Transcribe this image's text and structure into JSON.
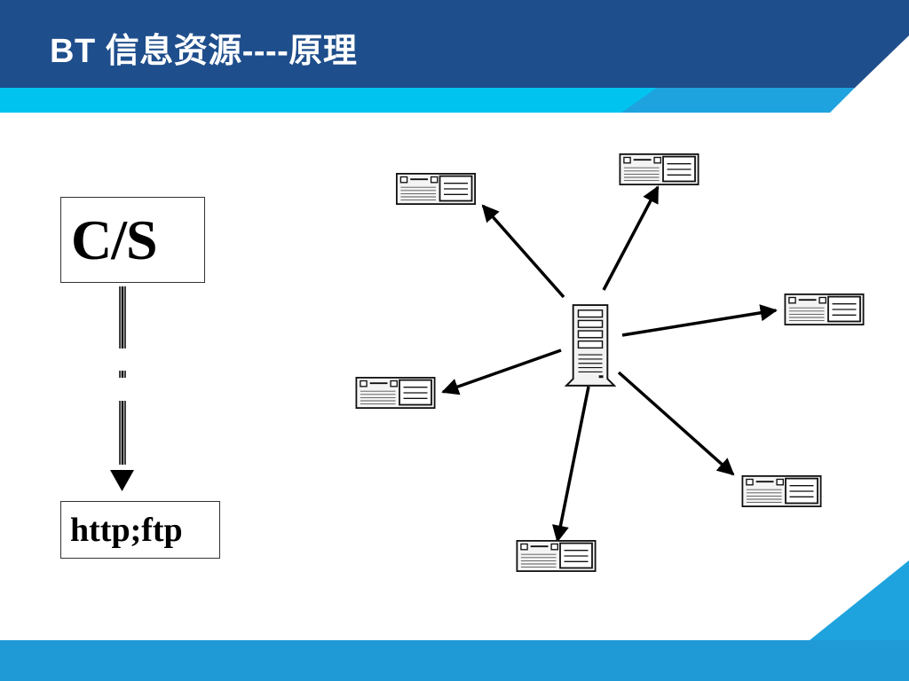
{
  "slide": {
    "title": "BT 信息资源----原理",
    "colors": {
      "header_dark": "#1f4e8c",
      "header_light": "#1fa3de",
      "accent_cyan": "#00b3e6",
      "footer": "#1f9ad6"
    }
  },
  "diagram": {
    "client_server_label": "C/S",
    "protocols_label": "http;ftp",
    "center_node": "server-tower",
    "peer_nodes": [
      "desktop-computer",
      "desktop-computer",
      "desktop-computer",
      "desktop-computer",
      "desktop-computer",
      "desktop-computer"
    ]
  }
}
